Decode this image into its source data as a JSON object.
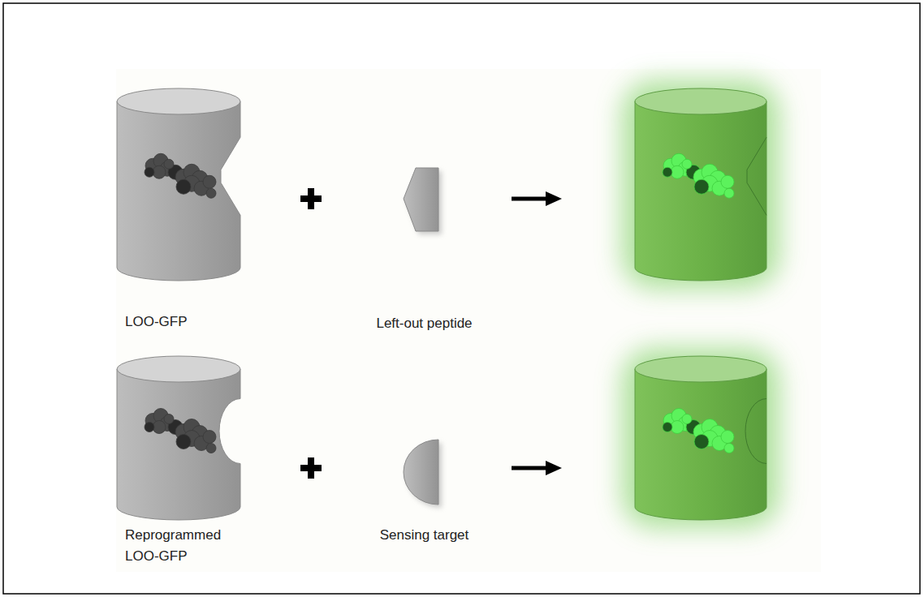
{
  "diagram": {
    "nodes": [
      {
        "text": [
          "LOO-GFP"
        ]
      },
      {
        "text": [
          "Left-out peptide"
        ]
      },
      {
        "text": [
          "Reprogrammed LOO-GFP"
        ]
      },
      {
        "text": [
          "Sensing target"
        ]
      }
    ]
  }
}
